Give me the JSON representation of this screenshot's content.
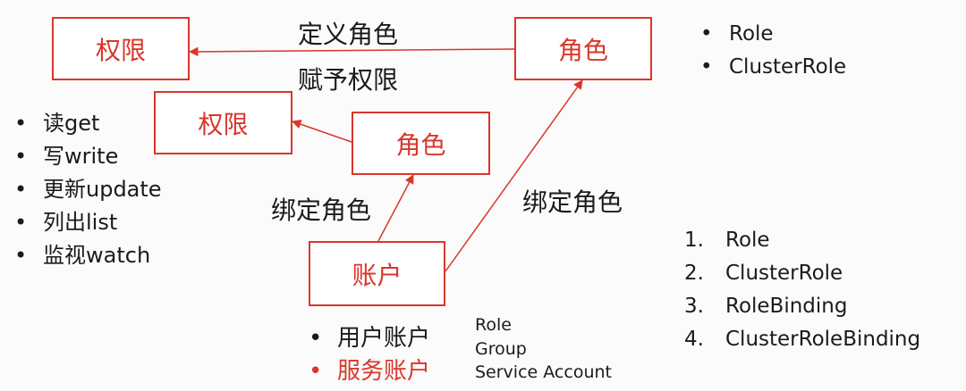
{
  "boxes": {
    "permission_top": "权限",
    "role_top": "角色",
    "permission_mid": "权限",
    "role_mid": "角色",
    "account": "账户"
  },
  "arrow_labels": {
    "define_role": "定义角色",
    "grant_permission": "赋予权限",
    "bind_role_left": "绑定角色",
    "bind_role_right": "绑定角色"
  },
  "role_types": [
    "Role",
    "ClusterRole"
  ],
  "permissions_list": [
    "读get",
    "写write",
    "更新update",
    "列出list",
    "监视watch"
  ],
  "resources_list": [
    {
      "num": "1.",
      "label": "Role"
    },
    {
      "num": "2.",
      "label": "ClusterRole"
    },
    {
      "num": "3.",
      "label": "RoleBinding"
    },
    {
      "num": "4.",
      "label": "ClusterRoleBinding"
    }
  ],
  "account_types": [
    {
      "label": "用户账户",
      "highlight": false
    },
    {
      "label": "服务账户",
      "highlight": true
    }
  ],
  "subject_kinds": [
    "Role",
    "Group",
    "Service Account"
  ],
  "colors": {
    "accent": "#d9362b",
    "text": "#1b1b1b",
    "background": "#fbfbfb"
  }
}
